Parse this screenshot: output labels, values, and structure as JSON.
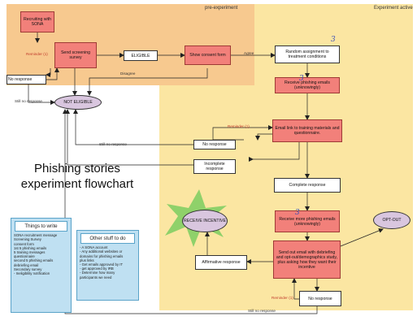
{
  "regions": {
    "pre_experiment_label": "pre-experiment",
    "experiment_active_label": "Experiment active"
  },
  "nodes": {
    "recruiting": "Recruiting with SONA",
    "send_screening": "Send screening survey",
    "eligible": "ELIGIBLE",
    "show_consent": "Show consent form",
    "random_assignment": "Random assignment to treatment conditions",
    "no_response_top": "No response",
    "not_eligible": "NOT ELIGIBLE",
    "receive_phishing": "Receive phishing emails (unknowingly)",
    "email_link": "Email link to training materials and questionnaire.",
    "no_response_mid": "No response",
    "incomplete": "Incomplete response",
    "complete": "Complete response",
    "receive_incentive": "RECEIVE INCENTIVE",
    "receive_more": "Receive more phishing emails (unknowingly)",
    "opt_out": "OPT-OUT",
    "send_out": "Send out email with debriefing and opt-out/demographics study, plus asking how they want their incentive",
    "affirmative": "Affirmative response",
    "no_response_bottom": "No response"
  },
  "edge_labels": {
    "reminder_1": "Reminder (1)",
    "agree": "Agree",
    "disagree": "Disagree",
    "still_no_response_1": "Still no response",
    "reminder_2": "Reminder (1)",
    "still_no_response_2": "Still no response",
    "reminder_3": "Reminder (1)",
    "still_no_response_3": "Still no response"
  },
  "title": "Phishing stories experiment flowchart",
  "notes": {
    "things_to_write": {
      "heading": "Things to write",
      "items": [
        "SONA recruitment message",
        "Screening Survey",
        "consent form",
        "1st 5 phishing emails",
        "5 training messages",
        "questionnaire",
        "second 5 phishing emails",
        "debriefing email",
        "Secondary survey",
        "- Ineligibility notification"
      ]
    },
    "other_stuff": {
      "heading": "Other stuff to do",
      "items": [
        "- A SONA account",
        "- Any additional websites or",
        "domains for phishing emails",
        "plus links",
        "- Get emails approved by IT",
        "- get approved by IRB",
        "- Determine how many",
        "participants we need"
      ]
    }
  },
  "annotations": {
    "mark_1": "3",
    "mark_2": "3",
    "mark_3": "3"
  },
  "colors": {
    "pre_region": "#f7c98f",
    "active_region": "#fbe6a2",
    "process_red": "#f2807a",
    "terminal_purple": "#d9c6df",
    "star_green": "#8fd16a",
    "note_blue": "#bfe0f2"
  }
}
